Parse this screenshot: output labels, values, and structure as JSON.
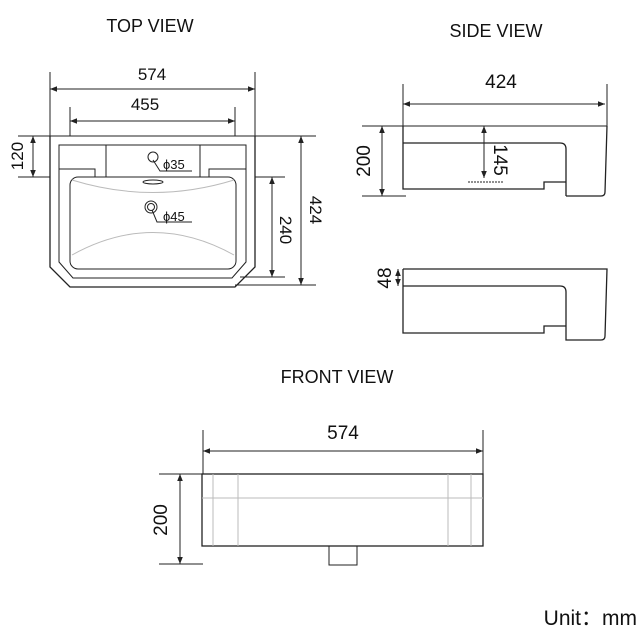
{
  "titles": {
    "top_view": "TOP VIEW",
    "side_view": "SIDE VIEW",
    "front_view": "FRONT VIEW"
  },
  "top_view": {
    "overall_width": "574",
    "mount_width": "455",
    "deck_depth": "120",
    "bowl_depth": "240",
    "overall_depth": "424",
    "tap_hole": "ϕ35",
    "drain_hole": "ϕ45"
  },
  "side_view": {
    "depth": "424",
    "height": "200",
    "bowl_height": "145",
    "rim_thickness": "48"
  },
  "front_view": {
    "width": "574",
    "height": "200"
  },
  "unit": "Unit：mm"
}
